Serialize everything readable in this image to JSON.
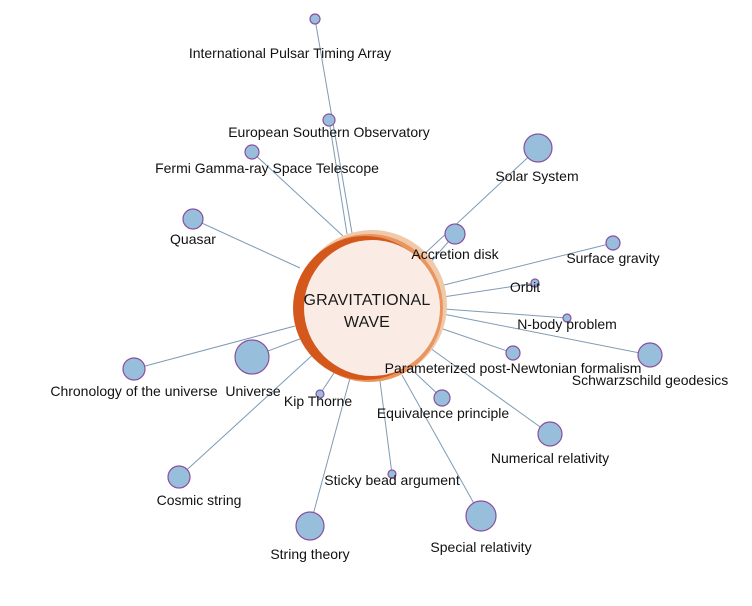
{
  "center": {
    "line1": "GRAVITATIONAL",
    "line2": "WAVE"
  },
  "colors": {
    "node_fill": "#97bfdc",
    "node_stroke": "#8a4f9e",
    "edge": "#7f9bb3",
    "hub_fill": "#faece4",
    "hub_ring": "#e89a6a",
    "hub_ring_dark": "#d5581a"
  },
  "nodes": [
    {
      "id": "pulsar-timing",
      "label": "International Pulsar Timing Array"
    },
    {
      "id": "eso",
      "label": "European Southern Observatory"
    },
    {
      "id": "fermi",
      "label": "Fermi Gamma-ray Space Telescope"
    },
    {
      "id": "solar-system",
      "label": "Solar System"
    },
    {
      "id": "quasar",
      "label": "Quasar"
    },
    {
      "id": "accretion-disk",
      "label": "Accretion disk"
    },
    {
      "id": "surface-gravity",
      "label": "Surface gravity"
    },
    {
      "id": "orbit",
      "label": "Orbit"
    },
    {
      "id": "n-body",
      "label": "N-body problem"
    },
    {
      "id": "ppn",
      "label": "Parameterized post-Newtonian formalism"
    },
    {
      "id": "schwarzschild",
      "label": "Schwarzschild geodesics"
    },
    {
      "id": "chronology",
      "label": "Chronology of the universe"
    },
    {
      "id": "universe",
      "label": "Universe"
    },
    {
      "id": "kip-thorne",
      "label": "Kip Thorne"
    },
    {
      "id": "equivalence",
      "label": "Equivalence principle"
    },
    {
      "id": "numerical-relativity",
      "label": "Numerical relativity"
    },
    {
      "id": "sticky-bead",
      "label": "Sticky bead argument"
    },
    {
      "id": "cosmic-string",
      "label": "Cosmic string"
    },
    {
      "id": "string-theory",
      "label": "String theory"
    },
    {
      "id": "special-relativity",
      "label": "Special relativity"
    }
  ]
}
